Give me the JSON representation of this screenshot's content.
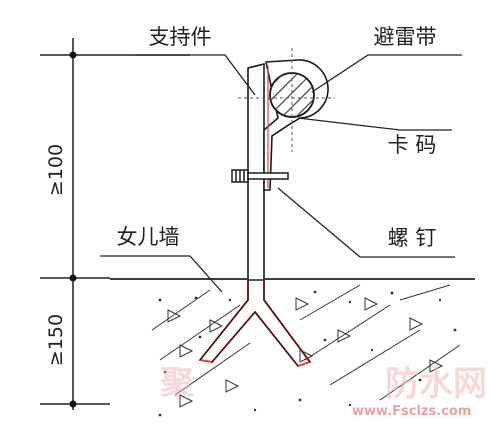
{
  "labels": {
    "support": "支持件",
    "lightning_strip": "避雷带",
    "clip": "卡 码",
    "screw": "螺 钉",
    "parapet": "女儿墙"
  },
  "dimensions": {
    "upper": "≥100",
    "lower": "≥150"
  },
  "watermark": {
    "text": "聚",
    "brand": "防水网",
    "url": "www.Fsclzs.com"
  },
  "colors": {
    "line": "#1a1a1a",
    "accent_red": "#e04040",
    "hatch": "#333333"
  }
}
